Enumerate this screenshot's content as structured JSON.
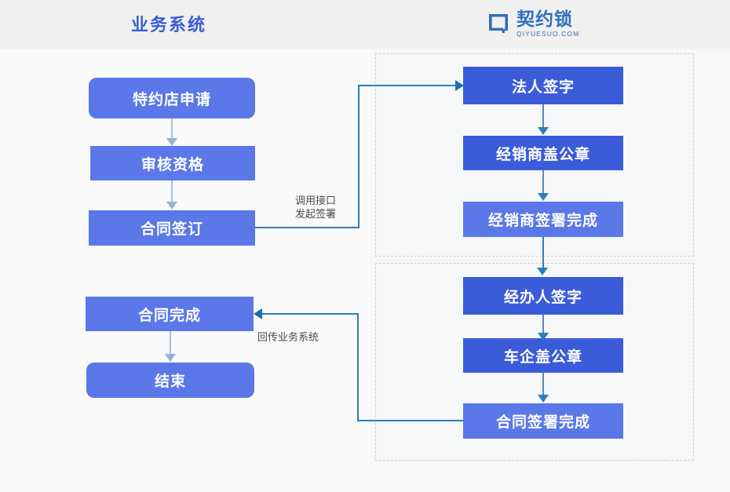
{
  "header": {
    "left_title": "业务系统",
    "logo": {
      "mark": "qiyuesuo-q-mark-icon",
      "name_cn": "契约锁",
      "name_en": "QIYUESUO.COM"
    }
  },
  "left_flow": {
    "nodes": [
      {
        "id": "apply",
        "label": "特约店申请",
        "shape": "rounded",
        "tone": "light"
      },
      {
        "id": "review",
        "label": "审核资格",
        "shape": "square",
        "tone": "light"
      },
      {
        "id": "sign",
        "label": "合同签订",
        "shape": "square",
        "tone": "light"
      },
      {
        "id": "done",
        "label": "合同完成",
        "shape": "square",
        "tone": "light"
      },
      {
        "id": "end",
        "label": "结束",
        "shape": "rounded",
        "tone": "light"
      }
    ]
  },
  "right_flow": {
    "group_1_nodes": [
      {
        "id": "legal-sign",
        "label": "法人签字",
        "tone": "dark"
      },
      {
        "id": "dealer-seal",
        "label": "经销商盖公章",
        "tone": "dark"
      },
      {
        "id": "dealer-done",
        "label": "经销商签署完成",
        "tone": "light"
      }
    ],
    "group_2_nodes": [
      {
        "id": "agent-sign",
        "label": "经办人签字",
        "tone": "dark"
      },
      {
        "id": "oem-seal",
        "label": "车企盖公章",
        "tone": "dark"
      },
      {
        "id": "contract-done",
        "label": "合同签署完成",
        "tone": "light"
      }
    ]
  },
  "edges": {
    "call_api_label": "调用接口\n发起签署",
    "callback_label": "回传业务系统"
  },
  "colors": {
    "accent_blue": "#3a5bd9",
    "node_light": "#5a78e8",
    "node_dark": "#3b5cd9",
    "connector_gray": "#a8c0da",
    "connector_blue": "#2a7fc0",
    "logo_blue": "#2f6fc0",
    "header_bg": "#f0f0f0",
    "panel_left_bg": "#fafafa",
    "panel_right_bg": "#f6f7f8",
    "group_border": "#cfcfcf"
  }
}
